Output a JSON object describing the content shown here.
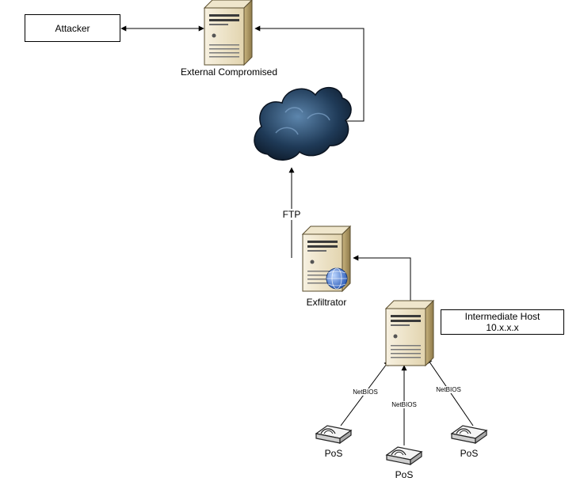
{
  "nodes": {
    "attacker": "Attacker",
    "external": "External Compromised",
    "exfiltrator": "Exfiltrator",
    "intermediate": {
      "title": "Intermediate Host",
      "ip": "10.x.x.x"
    },
    "pos": [
      "PoS",
      "PoS",
      "PoS"
    ]
  },
  "edges": {
    "ftp": "FTP",
    "netbios": [
      "NetBIOS",
      "NetBIOS",
      "NetBIOS"
    ]
  }
}
